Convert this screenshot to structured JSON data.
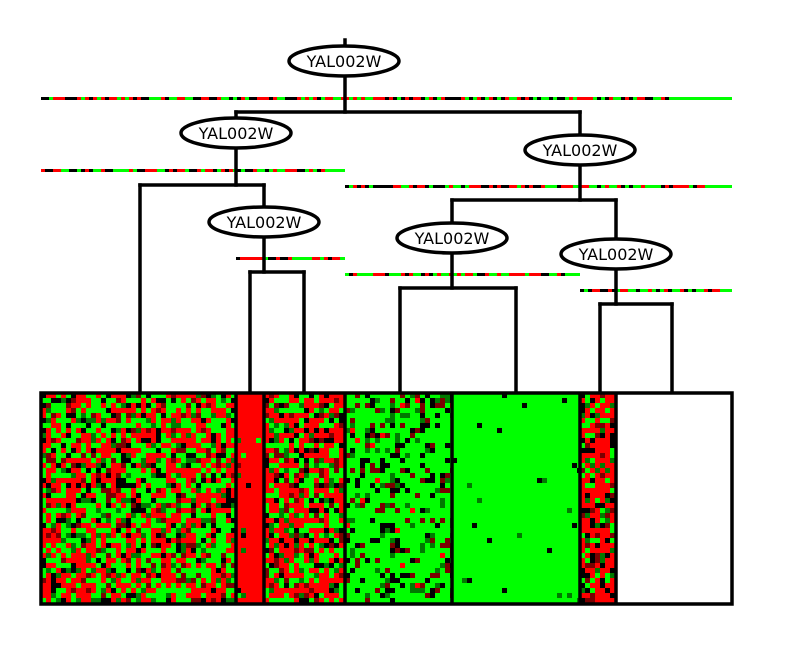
{
  "tree": {
    "nodes": [
      {
        "id": "root",
        "label": "YAL002W"
      },
      {
        "id": "left",
        "label": "YAL002W"
      },
      {
        "id": "right",
        "label": "YAL002W"
      },
      {
        "id": "left-sub",
        "label": "YAL002W"
      },
      {
        "id": "right-left",
        "label": "YAL002W"
      },
      {
        "id": "right-right",
        "label": "YAL002W"
      }
    ]
  },
  "heatmap": {
    "colors": {
      "high": "#ff0000",
      "low": "#00ff00",
      "neutral": "#000000"
    },
    "clusters": [
      {
        "id": "c1",
        "bias": 0.0,
        "stripe": null
      },
      {
        "id": "c2",
        "bias": 0.5,
        "stripe": "high"
      },
      {
        "id": "c3",
        "bias": 0.15,
        "stripe": null
      },
      {
        "id": "c4",
        "bias": -0.75,
        "stripe": null
      },
      {
        "id": "c5",
        "bias": -1.0,
        "stripe": "low"
      },
      {
        "id": "c6",
        "bias": 0.45,
        "stripe": null
      }
    ]
  }
}
